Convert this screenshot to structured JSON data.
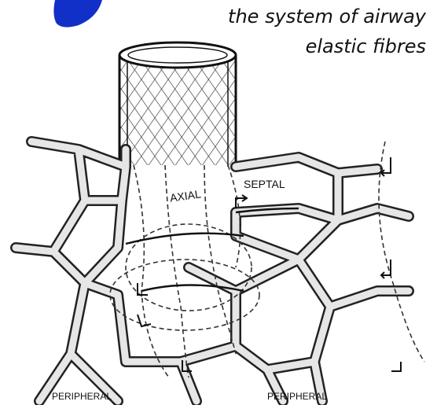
{
  "header": {
    "accent_color": "#1030c8"
  },
  "caption": {
    "line1": "the system of airway",
    "line2": "elastic fibres"
  },
  "diagram": {
    "labels": {
      "axial": "AXIAL",
      "septal": "SEPTAL",
      "peripheral_left": "PERIPHERAL",
      "peripheral_right": "PERIPHERAL"
    }
  }
}
